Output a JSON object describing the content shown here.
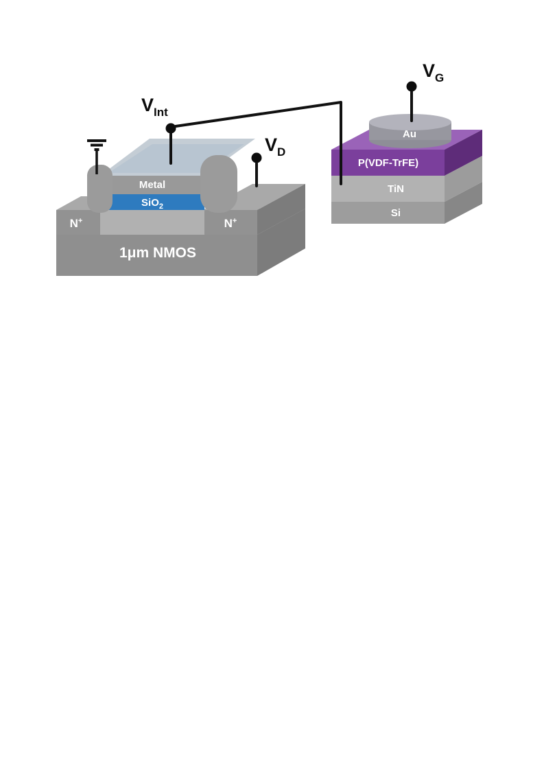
{
  "diagram": {
    "colors": {
      "oxide": "#2e7bbf",
      "ferroelectric_front": "#7b3f9c",
      "ferroelectric_top": "#9a63b8",
      "ferroelectric_side": "#5e2c79"
    },
    "nmos": {
      "substrate_label": "1μm NMOS",
      "source_label": {
        "base": "N",
        "sup": "+"
      },
      "drain_label": {
        "base": "N",
        "sup": "+"
      },
      "metal_label": "Metal",
      "oxide_label": {
        "base": "SiO",
        "sub": "2"
      }
    },
    "capacitor": {
      "top_electrode_label": "Au",
      "ferroelectric_label": "P(VDF-TrFE)",
      "bottom_electrode_label": "TiN",
      "substrate_label": "Si"
    },
    "terminals": {
      "v_int": {
        "base": "V",
        "sub": "Int"
      },
      "v_d": {
        "base": "V",
        "sub": "D"
      },
      "v_g": {
        "base": "V",
        "sub": "G"
      }
    }
  }
}
